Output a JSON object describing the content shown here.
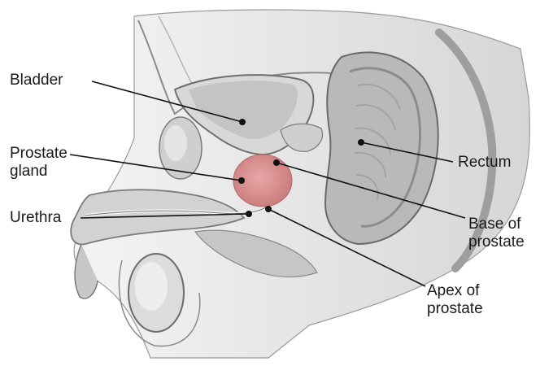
{
  "colors": {
    "background": "#ffffff",
    "tissue_light": "#e9e9e9",
    "tissue_mid": "#cfcfcf",
    "tissue_dark": "#9a9a9a",
    "outline": "#6e6e6e",
    "prostate_highlight": "#d98c8c",
    "leader_line": "#111111"
  },
  "labels": {
    "bladder": "Bladder",
    "prostate_gland_line1": "Prostate",
    "prostate_gland_line2": "gland",
    "urethra": "Urethra",
    "rectum": "Rectum",
    "base_line1": "Base of",
    "base_line2": "prostate",
    "apex_line1": "Apex of",
    "apex_line2": "prostate"
  }
}
